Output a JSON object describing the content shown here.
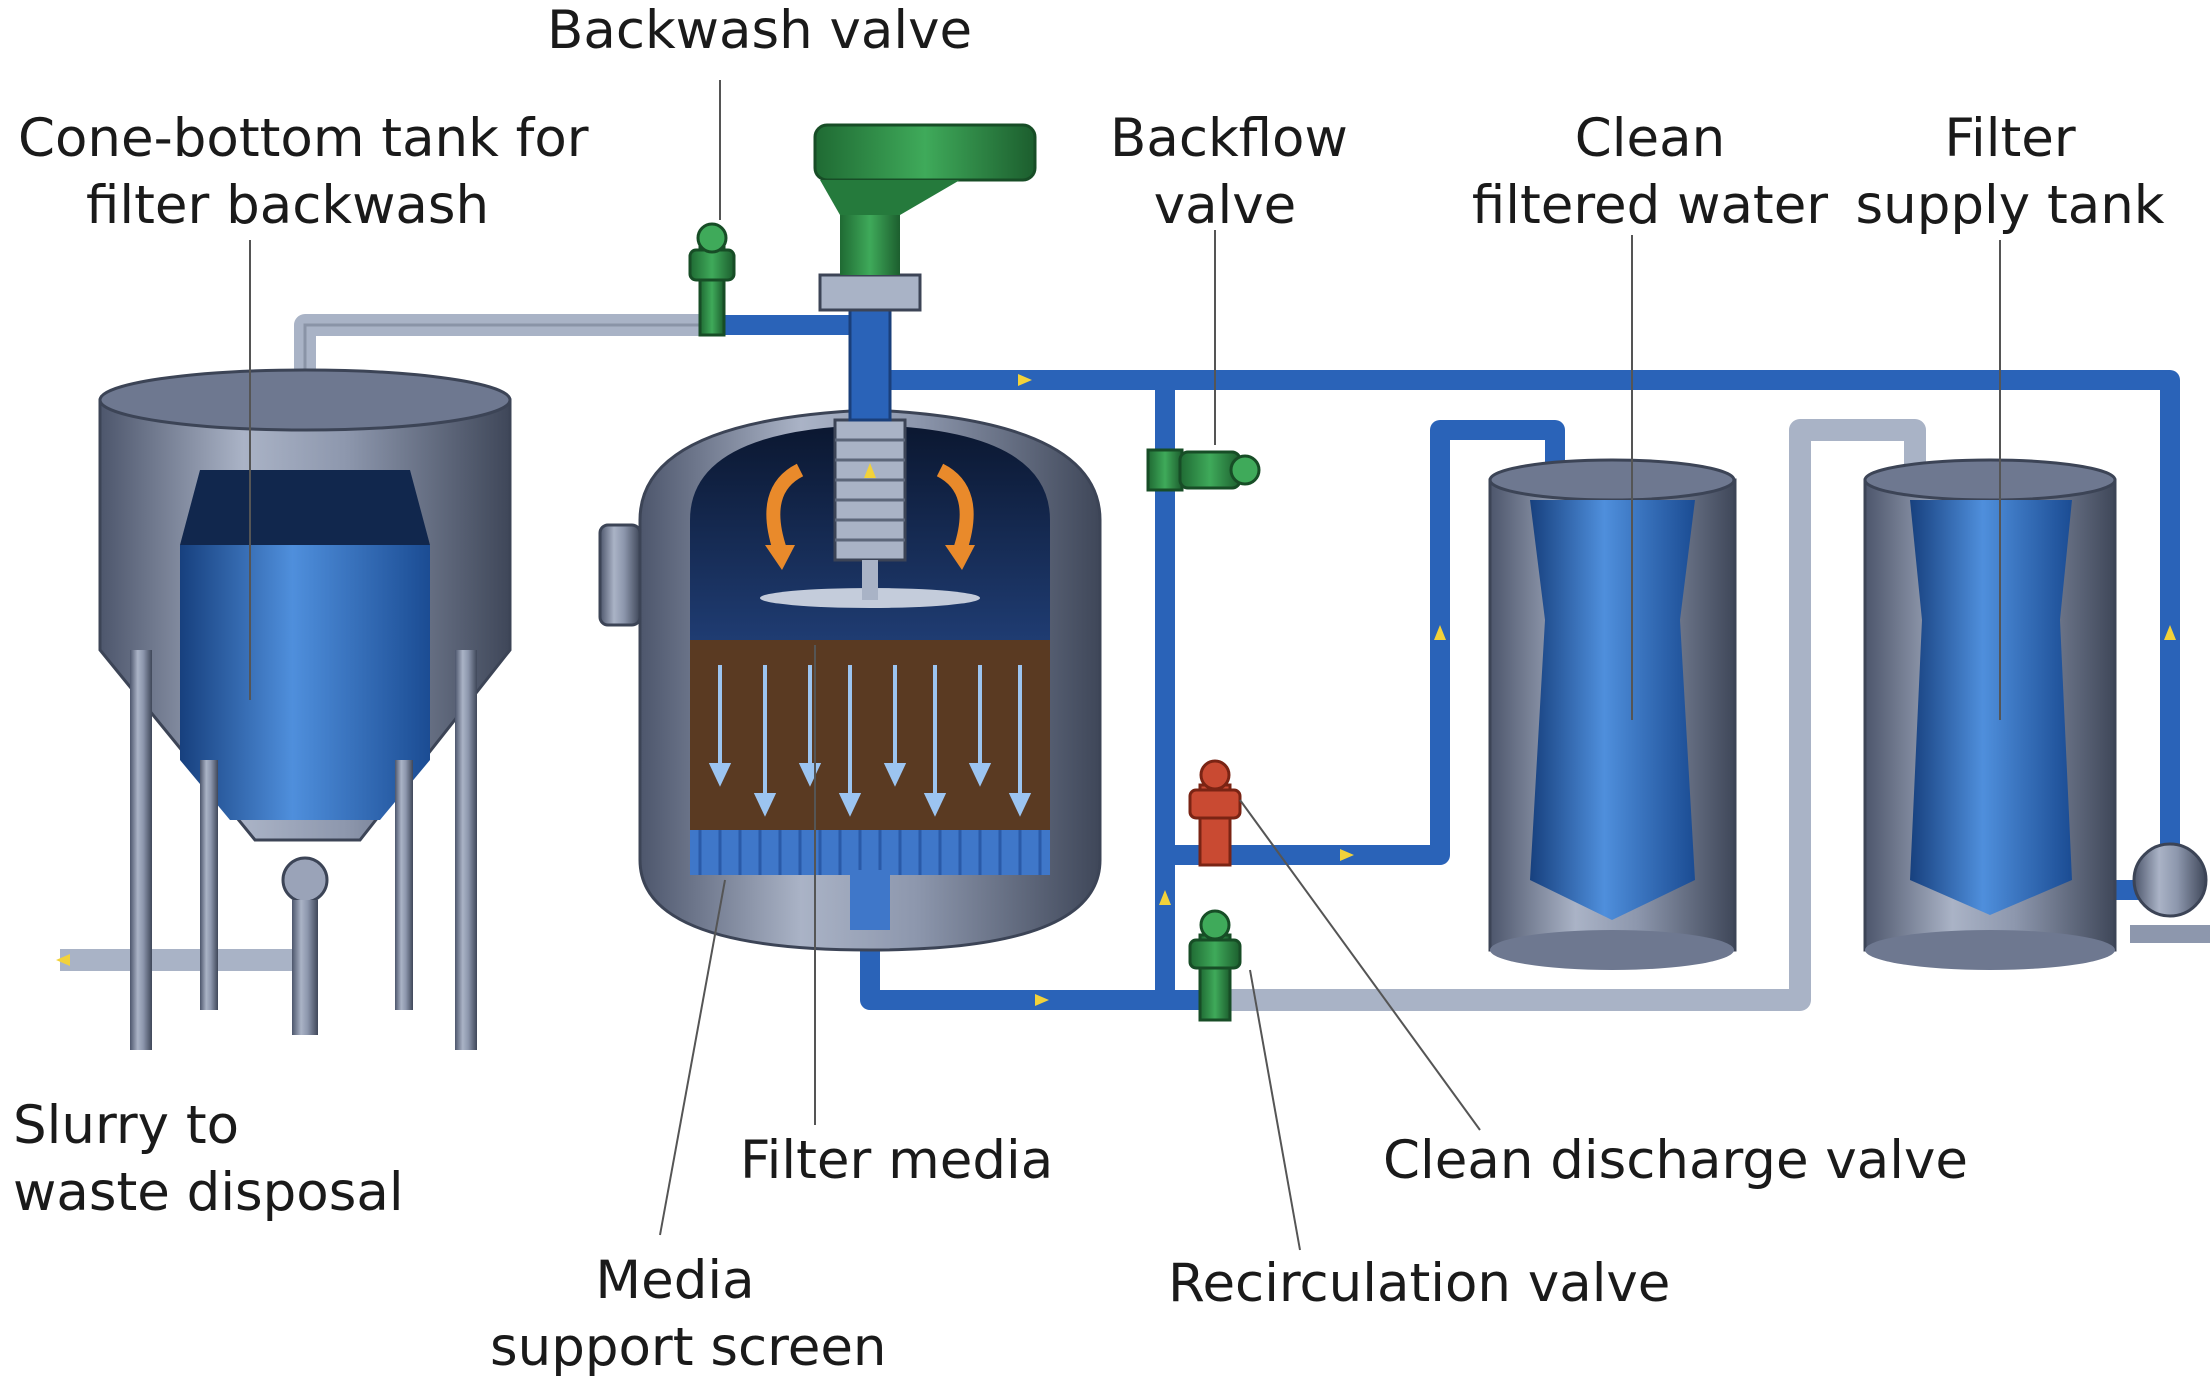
{
  "labels": {
    "backwash_valve": "Backwash valve",
    "cone_tank": {
      "line1": "Cone-bottom tank for",
      "line2": "filter backwash"
    },
    "backflow_valve": {
      "line1": "Backflow",
      "line2": "valve"
    },
    "clean_water": {
      "line1": "Clean",
      "line2": "filtered water"
    },
    "supply_tank": {
      "line1": "Filter",
      "line2": "supply tank"
    },
    "slurry": {
      "line1": "Slurry to",
      "line2": "waste disposal"
    },
    "filter_media": "Filter media",
    "clean_discharge_valve": "Clean discharge valve",
    "media_screen": {
      "line1": "Media",
      "line2": "support screen"
    },
    "recirculation_valve": "Recirculation valve"
  },
  "colors": {
    "pipe_blue": "#2a63b8",
    "pipe_grey": "#a9b3c6",
    "tank_steel": "#7b869e",
    "water_blue": "#2f6cc0",
    "media_brown": "#5a3a22",
    "valve_green": "#2e8b45",
    "valve_red": "#b8402a",
    "flow_arrow": "#f2d23a",
    "swirl_orange": "#e98a2b"
  }
}
